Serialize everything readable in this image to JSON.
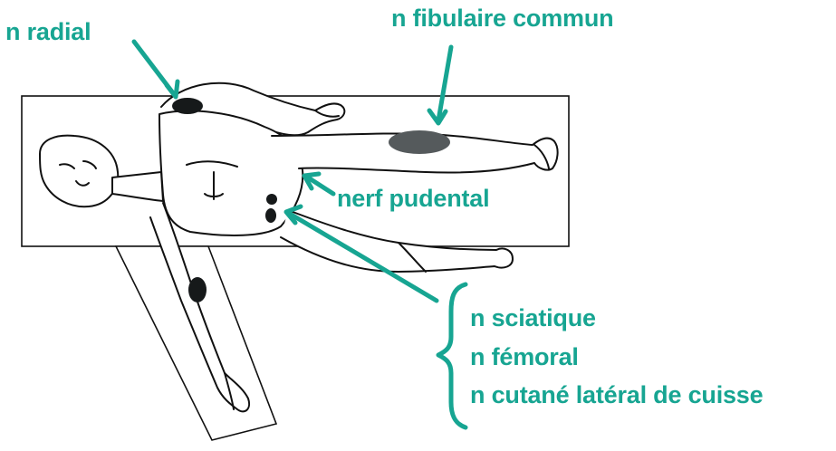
{
  "colors": {
    "accent": "#17a592",
    "line": "#111111",
    "nerve_zone": "#555a5c",
    "background": "#ffffff"
  },
  "labels": {
    "radial": "n radial",
    "fibulaire": "n fibulaire commun",
    "pudental": "nerf pudental",
    "sciatique": "n sciatique",
    "femoral": "n fémoral",
    "cutane": "n cutané latéral de cuisse"
  }
}
